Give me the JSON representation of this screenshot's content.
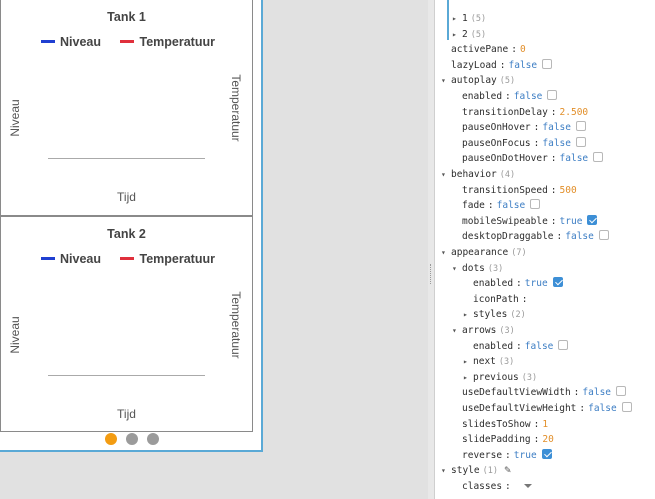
{
  "carousel": {
    "slides": [
      {
        "chart_data": {
          "type": "line",
          "title": "Tank 1",
          "series": [
            {
              "name": "Niveau",
              "color": "#1f3fd1",
              "values": []
            },
            {
              "name": "Temperatuur",
              "color": "#e0303c",
              "values": []
            }
          ],
          "xlabel": "Tijd",
          "ylabel": "Niveau",
          "ylabel_right": "Temperatuur"
        }
      },
      {
        "chart_data": {
          "type": "line",
          "title": "Tank 2",
          "series": [
            {
              "name": "Niveau",
              "color": "#1f3fd1",
              "values": []
            },
            {
              "name": "Temperatuur",
              "color": "#e0303c",
              "values": []
            }
          ],
          "xlabel": "Tijd",
          "ylabel": "Niveau",
          "ylabel_right": "Temperatuur"
        }
      }
    ],
    "dots": {
      "count": 3,
      "active_index": 0,
      "active_color": "#f39c12",
      "inactive_color": "#9b9b9b"
    }
  },
  "props": {
    "rows": [
      {
        "depth": 1,
        "expander": "collapsed",
        "key": "1",
        "count": "(5)"
      },
      {
        "depth": 1,
        "expander": "collapsed",
        "key": "2",
        "count": "(5)"
      },
      {
        "depth": 0,
        "key": "activePane",
        "value": "0",
        "vtype": "number"
      },
      {
        "depth": 0,
        "key": "lazyLoad",
        "value": "false",
        "vtype": "bool",
        "checked": false
      },
      {
        "depth": 0,
        "expander": "expanded",
        "key": "autoplay",
        "count": "(5)"
      },
      {
        "depth": 1,
        "key": "enabled",
        "value": "false",
        "vtype": "bool",
        "checked": false
      },
      {
        "depth": 1,
        "key": "transitionDelay",
        "value": "2.500",
        "vtype": "number"
      },
      {
        "depth": 1,
        "key": "pauseOnHover",
        "value": "false",
        "vtype": "bool",
        "checked": false
      },
      {
        "depth": 1,
        "key": "pauseOnFocus",
        "value": "false",
        "vtype": "bool",
        "checked": false
      },
      {
        "depth": 1,
        "key": "pauseOnDotHover",
        "value": "false",
        "vtype": "bool",
        "checked": false
      },
      {
        "depth": 0,
        "expander": "expanded",
        "key": "behavior",
        "count": "(4)"
      },
      {
        "depth": 1,
        "key": "transitionSpeed",
        "value": "500",
        "vtype": "number"
      },
      {
        "depth": 1,
        "key": "fade",
        "value": "false",
        "vtype": "bool",
        "checked": false
      },
      {
        "depth": 1,
        "key": "mobileSwipeable",
        "value": "true",
        "vtype": "bool",
        "checked": true
      },
      {
        "depth": 1,
        "key": "desktopDraggable",
        "value": "false",
        "vtype": "bool",
        "checked": false
      },
      {
        "depth": 0,
        "expander": "expanded",
        "key": "appearance",
        "count": "(7)"
      },
      {
        "depth": 1,
        "expander": "expanded",
        "key": "dots",
        "count": "(3)"
      },
      {
        "depth": 2,
        "key": "enabled",
        "value": "true",
        "vtype": "bool",
        "checked": true
      },
      {
        "depth": 2,
        "key": "iconPath",
        "value": "",
        "vtype": "text"
      },
      {
        "depth": 2,
        "expander": "collapsed",
        "key": "styles",
        "count": "(2)"
      },
      {
        "depth": 1,
        "expander": "expanded",
        "key": "arrows",
        "count": "(3)"
      },
      {
        "depth": 2,
        "key": "enabled",
        "value": "false",
        "vtype": "bool",
        "checked": false
      },
      {
        "depth": 2,
        "expander": "collapsed",
        "key": "next",
        "count": "(3)"
      },
      {
        "depth": 2,
        "expander": "collapsed",
        "key": "previous",
        "count": "(3)"
      },
      {
        "depth": 1,
        "key": "useDefaultViewWidth",
        "value": "false",
        "vtype": "bool",
        "checked": false
      },
      {
        "depth": 1,
        "key": "useDefaultViewHeight",
        "value": "false",
        "vtype": "bool",
        "checked": false
      },
      {
        "depth": 1,
        "key": "slidesToShow",
        "value": "1",
        "vtype": "number"
      },
      {
        "depth": 1,
        "key": "slidePadding",
        "value": "20",
        "vtype": "number"
      },
      {
        "depth": 1,
        "key": "reverse",
        "value": "true",
        "vtype": "bool",
        "checked": true
      },
      {
        "depth": 0,
        "expander": "expanded",
        "key": "style",
        "count": "(1)",
        "icon": "paint-brush-icon"
      },
      {
        "depth": 1,
        "key": "classes",
        "value": "",
        "vtype": "dropdown"
      }
    ]
  }
}
